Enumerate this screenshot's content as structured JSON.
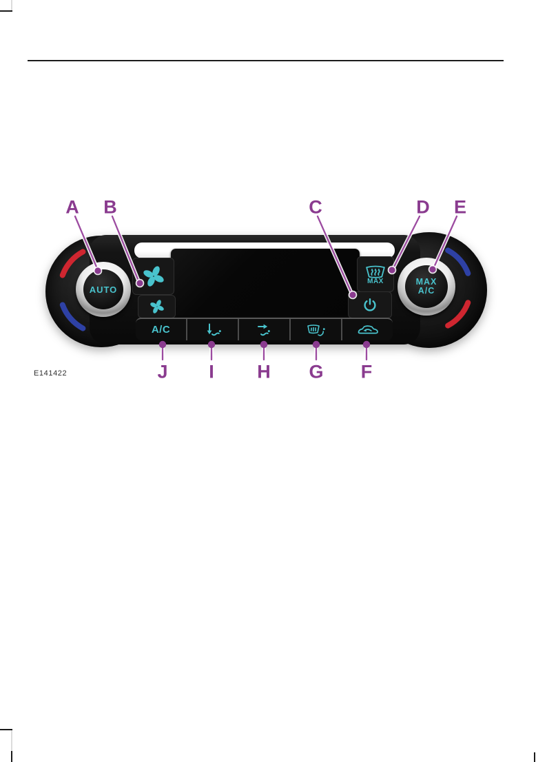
{
  "figure": {
    "code": "E141422",
    "callouts": {
      "a": "A",
      "b": "B",
      "c": "C",
      "d": "D",
      "e": "E",
      "f": "F",
      "g": "G",
      "h": "H",
      "i": "I",
      "j": "J"
    },
    "panel": {
      "auto_knob_label": "AUTO",
      "max_ac_knob_label_line1": "MAX",
      "max_ac_knob_label_line2": "A/C",
      "max_defrost_label": "MAX",
      "ac_button_label": "A/C"
    },
    "icons": {
      "fan_increase": "fan-icon",
      "fan_decrease": "fan-icon",
      "max_windscreen_defrost": "windscreen-defrost-max-icon",
      "power": "power-icon",
      "footwell_vent": "footwell-vent-icon",
      "panel_vent": "panel-vent-icon",
      "windscreen_defrost": "windscreen-defrost-icon",
      "recirculation": "recirculation-car-icon"
    },
    "colors": {
      "icon_teal": "#49c3cd",
      "callout_purple": "#8a3b8f",
      "hot_red": "#cf2630",
      "cold_blue": "#2e41a5"
    }
  }
}
